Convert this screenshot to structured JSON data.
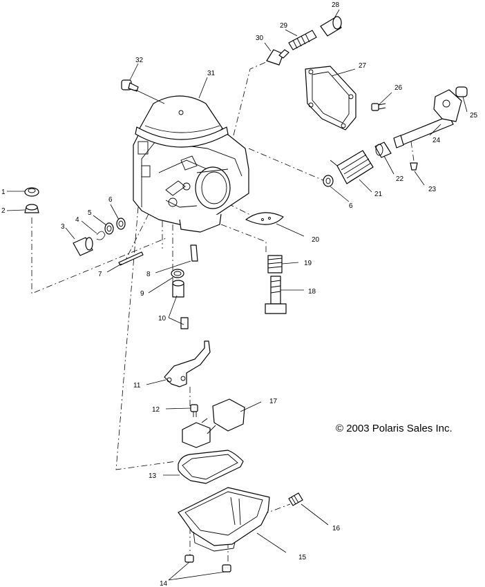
{
  "diagram": {
    "copyright": "© 2003 Polaris Sales Inc.",
    "callouts": {
      "n1": "1",
      "n2": "2",
      "n3": "3",
      "n4": "4",
      "n5": "5",
      "n6a": "6",
      "n6b": "6",
      "n7": "7",
      "n8": "8",
      "n9": "9",
      "n10": "10",
      "n11": "11",
      "n12": "12",
      "n13": "13",
      "n14": "14",
      "n15": "15",
      "n16": "16",
      "n17": "17",
      "n18": "18",
      "n19": "19",
      "n20": "20",
      "n21": "21",
      "n22": "22",
      "n23": "23",
      "n24": "24",
      "n25": "25",
      "n26": "26",
      "n27": "27",
      "n28": "28",
      "n29": "29",
      "n30": "30",
      "n31": "31",
      "n32": "32"
    }
  }
}
